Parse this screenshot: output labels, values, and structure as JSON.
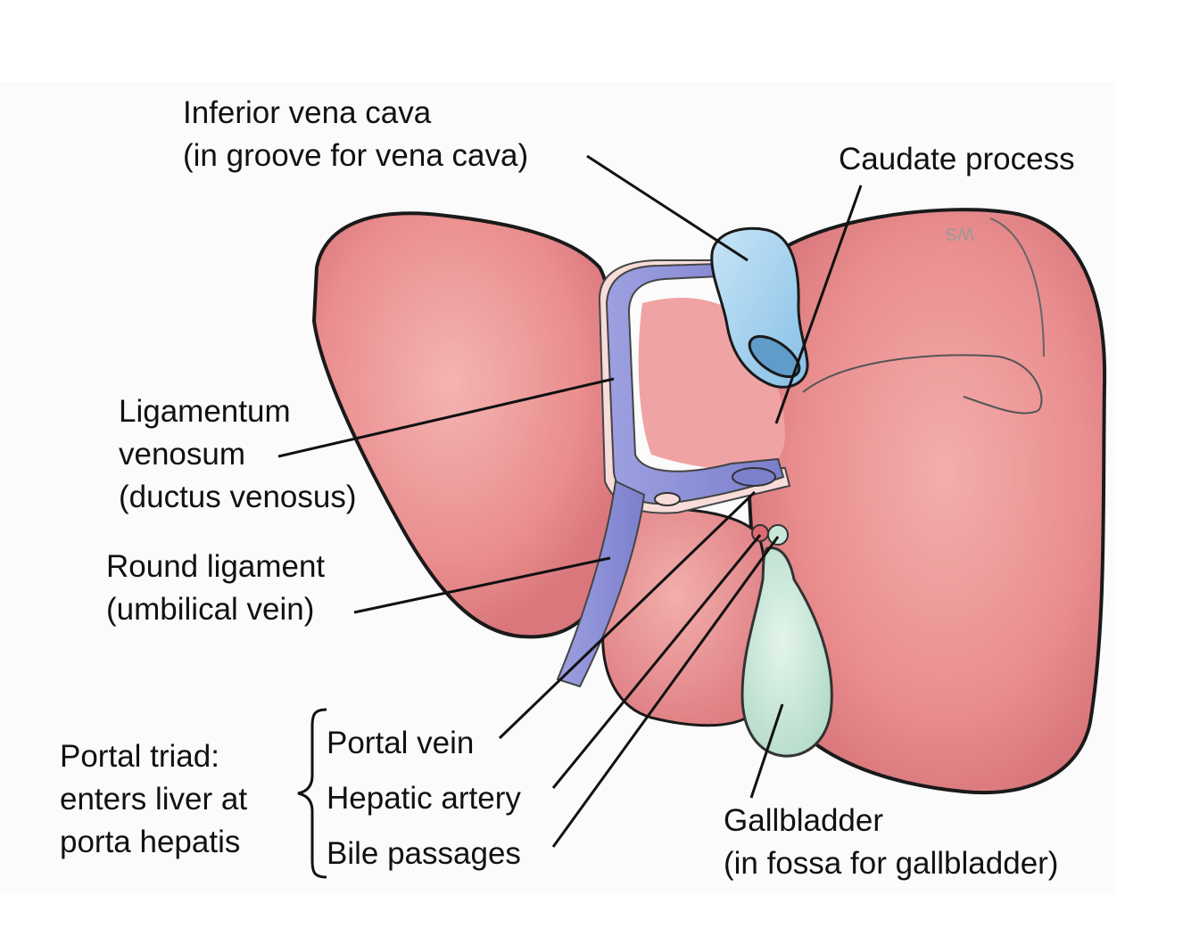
{
  "labels": {
    "ivc": {
      "line1": "Inferior vena cava",
      "line2": "(in groove for vena cava)"
    },
    "caudate": {
      "line1": "Caudate process"
    },
    "lig_venosum": {
      "line1": "Ligamentum",
      "line2": "venosum",
      "line3": "(ductus venosus)"
    },
    "round_lig": {
      "line1": "Round ligament",
      "line2": "(umbilical vein)"
    },
    "portal_triad": {
      "line1": "Portal triad:",
      "line2": "enters liver at",
      "line3": "porta hepatis"
    },
    "portal_vein": "Portal vein",
    "hepatic_artery": "Hepatic artery",
    "bile_passages": "Bile passages",
    "gallbladder": {
      "line1": "Gallbladder",
      "line2": "(in fossa for gallbladder)"
    }
  },
  "signature": "WS",
  "colors": {
    "liver": "#e9868a",
    "liver_highlight": "#f2a8a8",
    "vena_cava": "#a8d4ef",
    "ligament": "#8c8fd6",
    "gallbladder": "#c9e8dc",
    "outline": "#1a1a1a"
  }
}
